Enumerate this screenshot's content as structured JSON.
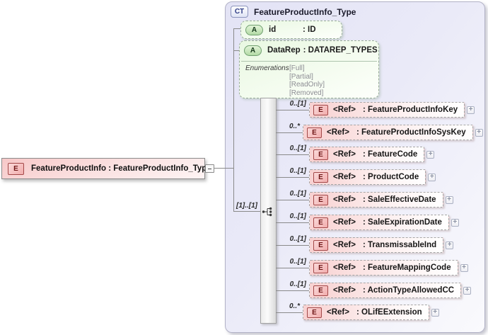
{
  "root_element": {
    "badge": "E",
    "label": "FeatureProductInfo : FeatureProductInfo_Type"
  },
  "complex_type": {
    "badge": "CT",
    "title": "FeatureProductInfo_Type"
  },
  "attributes": [
    {
      "badge": "A",
      "name": "id",
      "type": ": ID"
    },
    {
      "badge": "A",
      "name": "DataRep",
      "type": ": DATAREP_TYPES",
      "facets_label": "Enumerations",
      "enumerations": [
        "[Full]",
        "[Partial]",
        "[ReadOnly]",
        "[Removed]"
      ]
    }
  ],
  "sequence": {
    "cardinality": "[1]..[1]"
  },
  "elements": [
    {
      "badge": "E",
      "cardinality": "0..[1]",
      "ref": "<Ref>",
      "type": ": FeatureProductInfoKey"
    },
    {
      "badge": "E",
      "cardinality": "0..*",
      "ref": "<Ref>",
      "type": ": FeatureProductInfoSysKey"
    },
    {
      "badge": "E",
      "cardinality": "0..[1]",
      "ref": "<Ref>",
      "type": ": FeatureCode"
    },
    {
      "badge": "E",
      "cardinality": "0..[1]",
      "ref": "<Ref>",
      "type": ": ProductCode"
    },
    {
      "badge": "E",
      "cardinality": "0..[1]",
      "ref": "<Ref>",
      "type": ": SaleEffectiveDate"
    },
    {
      "badge": "E",
      "cardinality": "0..[1]",
      "ref": "<Ref>",
      "type": ": SaleExpirationDate"
    },
    {
      "badge": "E",
      "cardinality": "0..[1]",
      "ref": "<Ref>",
      "type": ": TransmissableInd"
    },
    {
      "badge": "E",
      "cardinality": "0..[1]",
      "ref": "<Ref>",
      "type": ": FeatureMappingCode"
    },
    {
      "badge": "E",
      "cardinality": "0..[1]",
      "ref": "<Ref>",
      "type": ": ActionTypeAllowedCC"
    },
    {
      "badge": "E",
      "cardinality": "0..*",
      "ref": "<Ref>",
      "type": ": OLifEExtension"
    }
  ],
  "controls": {
    "expand_symbol": "+"
  },
  "colors": {
    "element_fill": "#f8d1d1",
    "element_badge_border": "#a34848",
    "attribute_fill": "#e9f8e2",
    "attribute_badge_border": "#6f9f6f",
    "container_fill": "#e3e3f5",
    "ct_badge_text": "#2e3c86",
    "connector_line": "#8a8a8a"
  }
}
